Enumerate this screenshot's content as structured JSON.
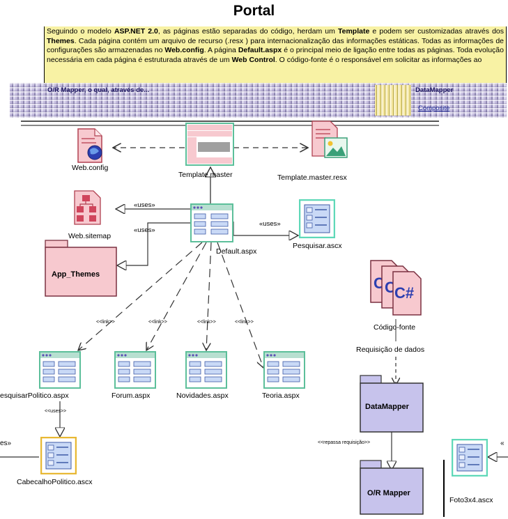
{
  "header": {
    "title": "Portal",
    "paragraph_prefix": "Seguindo o modelo ",
    "asp_net": "ASP.NET 2.0",
    "paragraph_mid1": ", as páginas estão separadas do código, herdam um ",
    "template_word": "Template",
    "paragraph_mid2": " e podem ser customizadas através dos ",
    "themes_word": "Themes",
    "paragraph_mid3": ". Cada página contém um arquivo de recurso (.resx ) para internacionalização das informações estáticas. Todas as informações de configurações são armazenadas no ",
    "webconfig_word": "Web.config",
    "paragraph_mid4": ". A página ",
    "default_word": "Default.aspx",
    "paragraph_mid5": " é o principal meio de ligação entre todas as páginas. Toda evolução necessária em cada página é estruturada através de um ",
    "webcontrol_word": "Web Control",
    "paragraph_end": ". O código-fonte é o responsável em solicitar as informações ao"
  },
  "noise_strip": {
    "left_text": "O/R Mapper, o qual, através de...",
    "right_text": "DataMapper",
    "composite_link": "Composite"
  },
  "nodes": {
    "web_config": "Web.config",
    "template_master": "Template.master",
    "template_resx": "Template.master.resx",
    "web_sitemap": "Web.sitemap",
    "app_themes": "App_Themes",
    "default_aspx": "Default.aspx",
    "pesquisar_ascx": "Pesquisar.ascx",
    "codigo_fonte": "Código-fonte",
    "requisicao": "Requisição de dados",
    "pesquisar_politico": "esquisarPolitico.aspx",
    "forum": "Forum.aspx",
    "novidades": "Novidades.aspx",
    "teoria": "Teoria.aspx",
    "datamapper": "DataMapper",
    "or_mapper": "O/R Mapper",
    "cabecalho": "CabecalhoPolitico.ascx",
    "foto": "Foto3x4.ascx"
  },
  "edge_labels": {
    "uses1": "«uses»",
    "uses2": "«uses»",
    "uses3": "«uses»",
    "uses_small": "<<uses>>",
    "uses_left": "es»",
    "link1": "<<link>>",
    "link2": "<<link>>",
    "link3": "<<link>>",
    "link4": "<<link>>",
    "repassa": "<<repassa requisição>>",
    "foto_uses": "«"
  },
  "colors": {
    "banner_bg": "#f8f2a4",
    "aspx_green": "#5cbf9a",
    "pink": "#f7c9cf",
    "package_blue": "#c7c3ec",
    "ascx_border": "#5fd8b8",
    "cabecalho_border": "#e8b834"
  }
}
